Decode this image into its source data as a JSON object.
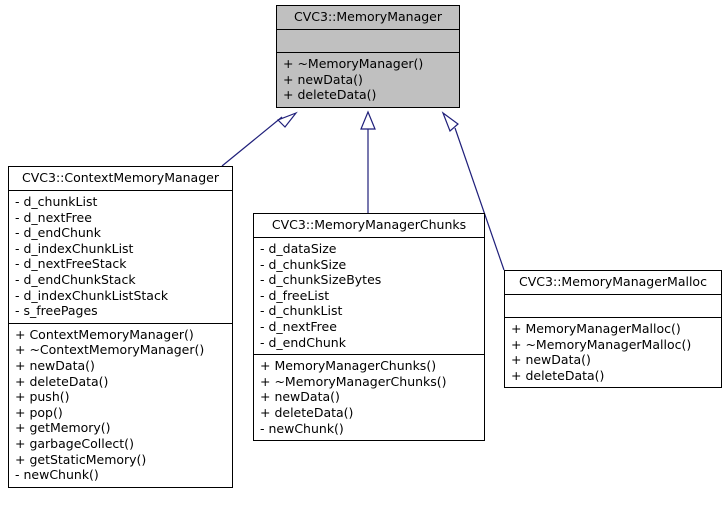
{
  "diagram": {
    "type": "uml-class-inheritance",
    "title": "CVC3 MemoryManager inheritance diagram",
    "edge_color": "#1f1f7a",
    "base_fill_color": "#c0c0c0",
    "derived_fill_color": "#ffffff",
    "border_color": "#000000",
    "classes": [
      {
        "id": "memorymanager",
        "name": "CVC3::MemoryManager",
        "highlighted": true,
        "attributes": [],
        "operations": [
          "+ ~MemoryManager()",
          "+ newData()",
          "+ deleteData()"
        ]
      },
      {
        "id": "contextmemorymanager",
        "name": "CVC3::ContextMemoryManager",
        "highlighted": false,
        "attributes": [
          "- d_chunkList",
          "- d_nextFree",
          "- d_endChunk",
          "- d_indexChunkList",
          "- d_nextFreeStack",
          "- d_endChunkStack",
          "- d_indexChunkListStack",
          "- s_freePages"
        ],
        "operations": [
          "+ ContextMemoryManager()",
          "+ ~ContextMemoryManager()",
          "+ newData()",
          "+ deleteData()",
          "+ push()",
          "+ pop()",
          "+ getMemory()",
          "+ garbageCollect()",
          "+ getStaticMemory()",
          "- newChunk()"
        ]
      },
      {
        "id": "memorymanagerchunks",
        "name": "CVC3::MemoryManagerChunks",
        "highlighted": false,
        "attributes": [
          "- d_dataSize",
          "- d_chunkSize",
          "- d_chunkSizeBytes",
          "- d_freeList",
          "- d_chunkList",
          "- d_nextFree",
          "- d_endChunk"
        ],
        "operations": [
          "+ MemoryManagerChunks()",
          "+ ~MemoryManagerChunks()",
          "+ newData()",
          "+ deleteData()",
          "- newChunk()"
        ]
      },
      {
        "id": "memorymanagermalloc",
        "name": "CVC3::MemoryManagerMalloc",
        "highlighted": false,
        "attributes": [],
        "operations": [
          "+ MemoryManagerMalloc()",
          "+ ~MemoryManagerMalloc()",
          "+ newData()",
          "+ deleteData()"
        ]
      }
    ],
    "relations": [
      {
        "from": "contextmemorymanager",
        "to": "memorymanager",
        "kind": "inheritance"
      },
      {
        "from": "memorymanagerchunks",
        "to": "memorymanager",
        "kind": "inheritance"
      },
      {
        "from": "memorymanagermalloc",
        "to": "memorymanager",
        "kind": "inheritance"
      }
    ]
  }
}
